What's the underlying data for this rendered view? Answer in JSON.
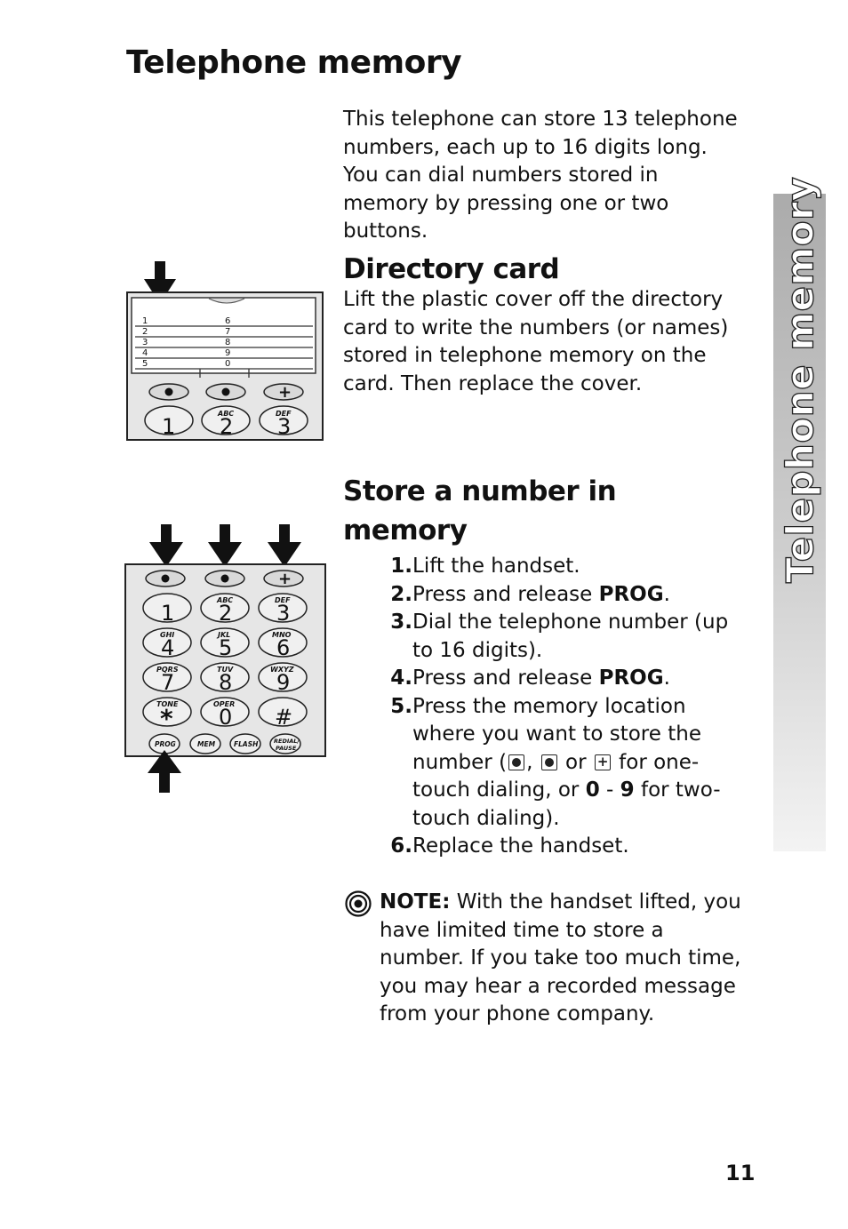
{
  "page": {
    "title": "Telephone memory",
    "side_tab": "Telephone memory",
    "page_number": "11"
  },
  "intro": "This telephone can store 13 telephone numbers, each up to 16 digits long. You can dial numbers stored in memory by pressing one or two buttons.",
  "directory": {
    "heading": "Directory card",
    "text": "Lift the plastic cover off the directory card to write the numbers (or names) stored in telephone memory on the card. Then replace the cover.",
    "card_left": [
      "1",
      "2",
      "3",
      "4",
      "5"
    ],
    "card_right": [
      "6",
      "7",
      "8",
      "9",
      "0"
    ]
  },
  "store": {
    "heading": "Store a number in memory",
    "steps": [
      {
        "num": "1.",
        "pre": "Lift the handset."
      },
      {
        "num": "2.",
        "pre": "Press and release ",
        "bold": "PROG",
        "post": "."
      },
      {
        "num": "3.",
        "pre": "Dial the telephone number (up to 16 digits)."
      },
      {
        "num": "4.",
        "pre": "Press and release ",
        "bold": "PROG",
        "post": "."
      },
      {
        "num": "5.",
        "pre": "Press the memory location where you want to store the number (",
        "sep1": ",",
        "sep2": "or",
        "mid": "for one-touch dialing, or ",
        "b1": "0",
        "dash": " - ",
        "b2": "9",
        "post": " for two-touch dialing)."
      },
      {
        "num": "6.",
        "pre": "Replace the handset."
      }
    ]
  },
  "note": {
    "label": "NOTE:",
    "text": " With the handset lifted, you have limited time to store a number. If you take too much time, you may hear a recorded message from your phone company."
  },
  "keypad": {
    "keys": [
      {
        "digit": "1",
        "letters": ""
      },
      {
        "digit": "2",
        "letters": "ABC"
      },
      {
        "digit": "3",
        "letters": "DEF"
      },
      {
        "digit": "4",
        "letters": "GHI"
      },
      {
        "digit": "5",
        "letters": "JKL"
      },
      {
        "digit": "6",
        "letters": "MNO"
      },
      {
        "digit": "7",
        "letters": "PQRS"
      },
      {
        "digit": "8",
        "letters": "TUV"
      },
      {
        "digit": "9",
        "letters": "WXYZ"
      },
      {
        "digit": "*",
        "letters": "TONE"
      },
      {
        "digit": "0",
        "letters": "OPER"
      },
      {
        "digit": "#",
        "letters": ""
      }
    ],
    "function_keys": [
      "PROG",
      "MEM",
      "FLASH",
      "REDIAL/",
      "PAUSE"
    ],
    "plus": "+"
  }
}
